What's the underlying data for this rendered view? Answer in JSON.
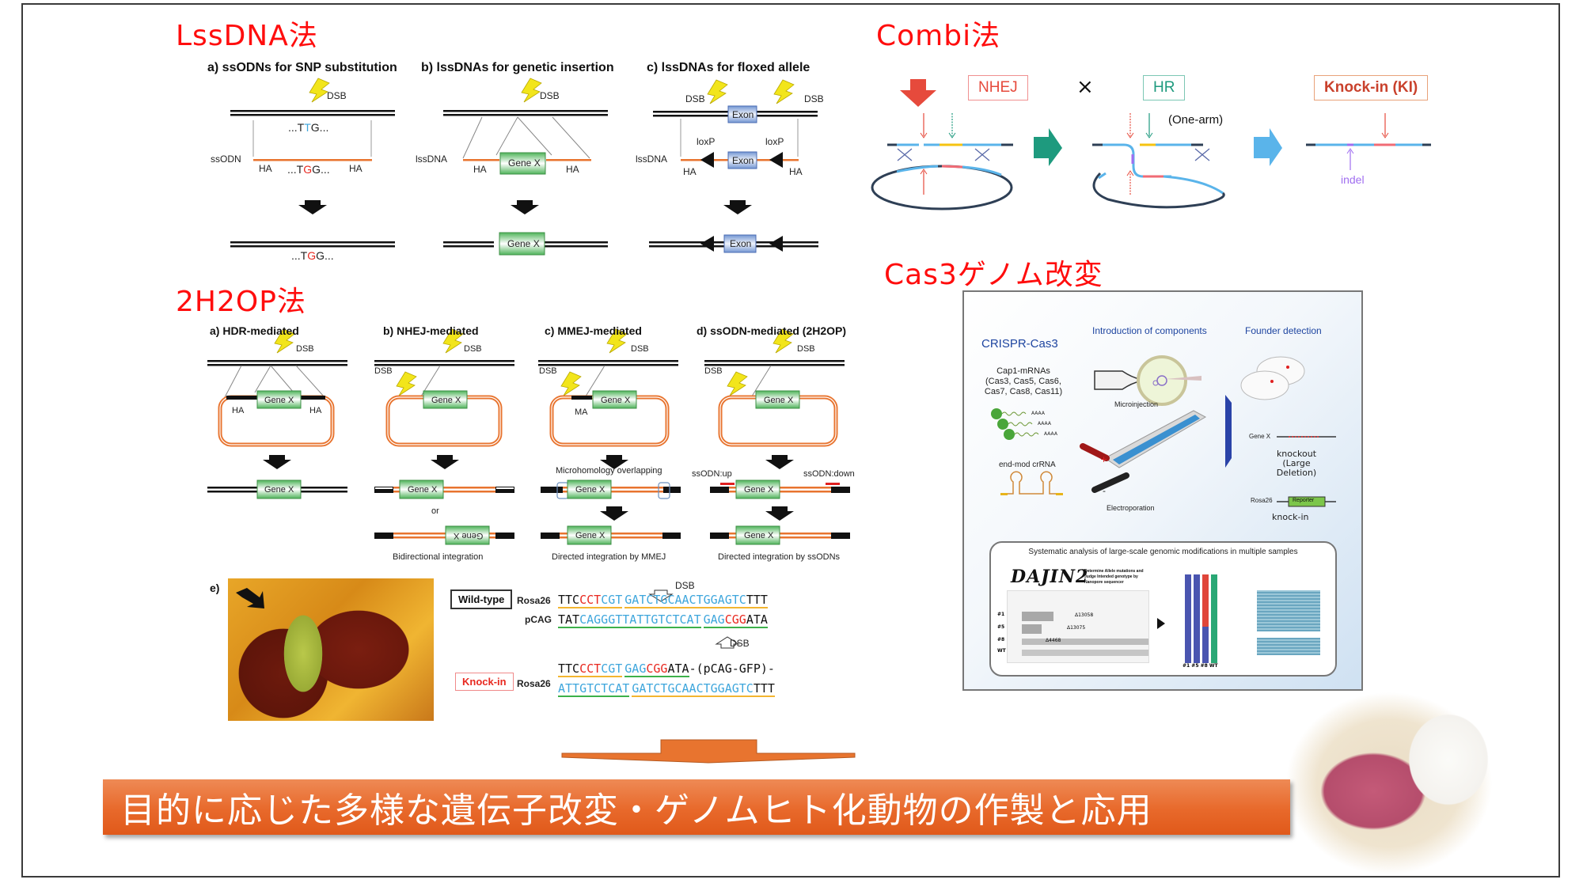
{
  "sections": {
    "lssdna": {
      "title": "LssDNA法",
      "panels": [
        {
          "label": "a) ssODNs for SNP substitution",
          "dsb": "DSB",
          "top_seq_pre": "...T",
          "top_seq_mid": "T",
          "top_seq_post": "G...",
          "donor": "ssODN",
          "ha_left": "HA",
          "ha_right": "HA",
          "donor_seq_pre": "...T",
          "donor_seq_mid": "G",
          "donor_seq_post": "G...",
          "result_seq_pre": "...T",
          "result_seq_mid": "G",
          "result_seq_post": "G..."
        },
        {
          "label": "b) lssDNAs for genetic insertion",
          "dsb": "DSB",
          "donor": "lssDNA",
          "ha_left": "HA",
          "ha_right": "HA",
          "gene": "Gene X",
          "result_gene": "Gene X"
        },
        {
          "label": "c) lssDNAs for floxed allele",
          "dsb_left": "DSB",
          "dsb_right": "DSB",
          "exon": "Exon",
          "donor": "lssDNA",
          "loxp_left": "loxP",
          "loxp_right": "loxP",
          "ha_left": "HA",
          "ha_right": "HA",
          "donor_exon": "Exon",
          "result_exon": "Exon"
        }
      ]
    },
    "h2op": {
      "title": "2H2OP法",
      "panels": [
        {
          "label": "a) HDR-mediated",
          "dsb": "DSB",
          "gene": "Gene X",
          "ha_left": "HA",
          "ha_right": "HA",
          "result_gene": "Gene X"
        },
        {
          "label": "b) NHEJ-mediated",
          "dsb": "DSB",
          "dsb2": "DSB",
          "gene": "Gene X",
          "result_gene": "Gene X",
          "or": "or",
          "result_gene_flipped": "Gene X",
          "caption": "Bidirectional integration"
        },
        {
          "label": "c) MMEJ-mediated",
          "dsb": "DSB",
          "dsb2": "DSB",
          "gene": "Gene X",
          "ma": "MA",
          "overlap": "Microhomology overlapping",
          "mid_gene": "Gene X",
          "result_gene": "Gene X",
          "caption": "Directed integration by MMEJ"
        },
        {
          "label": "d) ssODN-mediated (2H2OP)",
          "dsb": "DSB",
          "dsb2": "DSB",
          "gene": "Gene X",
          "up": "ssODN:up",
          "down": "ssODN:down",
          "mid_gene": "Gene X",
          "result_gene": "Gene X",
          "caption": "Directed integration by ssODNs"
        }
      ],
      "panel_e": {
        "label": "e)",
        "wildtype_label": "Wild-type",
        "knockin_label": "Knock-in",
        "dsb_top": "DSB",
        "dsb_bottom": "DSB",
        "rosa26": "Rosa26",
        "pcag": "pCAG",
        "rosa26_ki": "Rosa26",
        "wt_rosa26_segments": [
          {
            "t": "TTC",
            "c": "k",
            "u": "y"
          },
          {
            "t": "CCT",
            "c": "r",
            "u": "y"
          },
          {
            "t": "CGT",
            "c": "b",
            "u": "y"
          },
          {
            "t": "GATCTGCAACTGGAGTC",
            "c": "b",
            "u": "y2"
          },
          {
            "t": "TTT",
            "c": "k",
            "u": "y2"
          }
        ],
        "wt_pcag_segments": [
          {
            "t": "TAT",
            "c": "k",
            "u": "g"
          },
          {
            "t": "CAGGGTTATTGTCTCAT",
            "c": "b",
            "u": "g"
          },
          {
            "t": "GAG",
            "c": "b",
            "u": "g2"
          },
          {
            "t": "CGG",
            "c": "r",
            "u": "g2"
          },
          {
            "t": "ATA",
            "c": "k",
            "u": "g2"
          }
        ],
        "ki_line1_segments": [
          {
            "t": "TTC",
            "c": "k",
            "u": "y"
          },
          {
            "t": "CCT",
            "c": "r",
            "u": "y"
          },
          {
            "t": "CGT",
            "c": "b",
            "u": "y"
          },
          {
            "t": "GAG",
            "c": "b",
            "u": "g"
          },
          {
            "t": "CGG",
            "c": "r",
            "u": "g"
          },
          {
            "t": "ATA",
            "c": "k",
            "u": "g"
          },
          {
            "t": "-(pCAG-GFP)-",
            "c": "k",
            "u": ""
          }
        ],
        "ki_line2_segments": [
          {
            "t": "ATTGTCTCAT",
            "c": "b",
            "u": "g"
          },
          {
            "t": "GATCTGCAACTGGAGTC",
            "c": "b",
            "u": "y"
          },
          {
            "t": "TTT",
            "c": "k",
            "u": "y"
          }
        ]
      }
    },
    "combi": {
      "title": "Combi法",
      "nhej": "NHEJ",
      "times": "×",
      "hr": "HR",
      "one_arm": "(One-arm)",
      "knockin": "Knock-in (KI)",
      "indel": "indel"
    },
    "cas3": {
      "title": "Cas3ゲノム改変",
      "crispr_title": "CRISPR-Cas3",
      "intro_title": "Introduction of components",
      "founder_title": "Founder detection",
      "mrna_l1": "Cap1-mRNAs",
      "mrna_l2": "(Cas3, Cas5, Cas6,",
      "mrna_l3": "Cas7, Cas8, Cas11)",
      "polya": "AAAA",
      "crrna": "end-mod crRNA",
      "microinjection": "Microinjection",
      "electroporation": "Electroporation",
      "plus": "+",
      "minus": "-",
      "genex": "Gene X",
      "knockout": "knockout",
      "large_deletion": "(Large Deletion)",
      "rosa26": "Rosa26",
      "reporter": "Reporter",
      "knockin": "knock-in",
      "analysis_title": "Systematic analysis of large-scale genomic modifications in multiple samples",
      "dajin_logo": "DAJIN2",
      "dajin_desc": "Determine Allele mutations and Judge Intended genotype by Nanopore sequencer",
      "rows": [
        "#1",
        "#5",
        "#8",
        "WT"
      ],
      "deletions": [
        "Δ13058",
        "Δ13075",
        "Δ4468"
      ],
      "bar_labels": "#1 #5 #8 WT"
    }
  },
  "banner": {
    "text": "目的に応じた多様な遺伝子改変・ゲノムヒト化動物の作製と応用"
  },
  "colors": {
    "title_red": "#ff0d0d",
    "dna_orange": "#e8742f",
    "gene_green": "#52b85d",
    "exon_blue": "#7f9fd6",
    "bolt_yellow": "#f2e51b",
    "banner_orange": "#e8692b",
    "combi_blue": "#5ab4ea",
    "combi_teal": "#1e9a7e",
    "combi_red": "#e64a3c"
  }
}
